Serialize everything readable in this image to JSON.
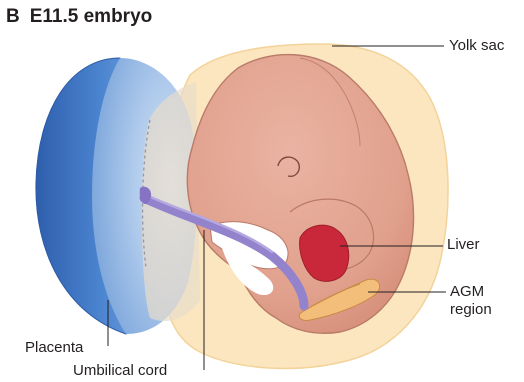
{
  "figure": {
    "panel_letter": "B",
    "title": "E11.5 embryo"
  },
  "labels": {
    "yolk_sac": "Yolk sac",
    "liver": "Liver",
    "agm_line1": "AGM",
    "agm_line2": "region",
    "placenta": "Placenta",
    "umbilical_cord": "Umbilical cord"
  },
  "colors": {
    "yolk_sac": "#fbe6bf",
    "embryo": "#e3a491",
    "placenta_outer": "#3f76c7",
    "placenta_inner": "#a8c6ea",
    "umbilical_cord": "#9382cc",
    "liver": "#c8283a",
    "agm_region": "#f3bd7a",
    "cavity": "#ffffff",
    "leader_lines": "#231f20"
  }
}
